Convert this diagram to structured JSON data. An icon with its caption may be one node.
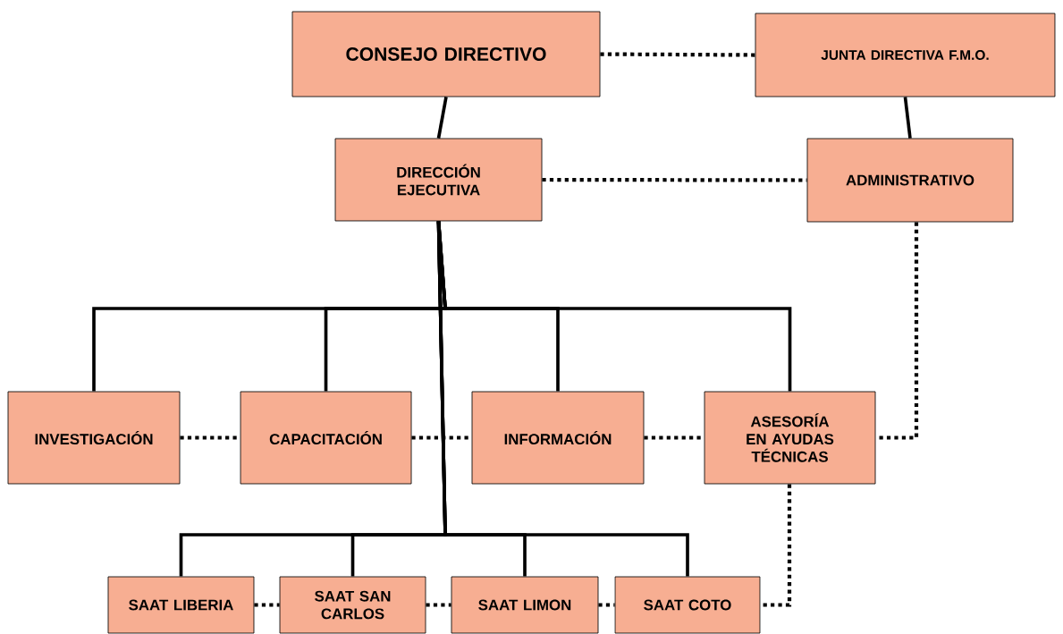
{
  "diagram": {
    "nodes": [
      {
        "text": [
          "CONSEJO DIRECTIVO"
        ]
      },
      {
        "text": [
          "JUNTA DIRECTIVA F.M.O."
        ]
      },
      {
        "text": [
          "DIRECCIÓN EJECUTIVA"
        ]
      },
      {
        "text": [
          "ADMINISTRATIVO"
        ]
      },
      {
        "text": [
          "INVESTIGACIÓN"
        ]
      },
      {
        "text": [
          "CAPACITACIÓN"
        ]
      },
      {
        "text": [
          "INFORMACIÓN"
        ]
      },
      {
        "text": [
          "ASESORÍA EN AYUDAS TÉCNICAS"
        ]
      },
      {
        "text": [
          "SAAT LIBERIA"
        ]
      },
      {
        "text": [
          "SAAT SAN CARLOS"
        ]
      },
      {
        "text": [
          "SAAT LIMON"
        ]
      },
      {
        "text": [
          "SAAT COTO"
        ]
      }
    ],
    "edges": [
      {
        "from": 0,
        "to": 1,
        "arrow": "none",
        "style": "dashed"
      },
      {
        "from": 0,
        "to": 2,
        "arrow": "none"
      },
      {
        "from": 1,
        "to": 3,
        "arrow": "none"
      },
      {
        "from": 2,
        "to": 3,
        "arrow": "none",
        "style": "dashed"
      },
      {
        "from": 2,
        "to": 4,
        "arrow": "none"
      },
      {
        "from": 2,
        "to": 5,
        "arrow": "none"
      },
      {
        "from": 2,
        "to": 6,
        "arrow": "none"
      },
      {
        "from": 2,
        "to": 7,
        "arrow": "none"
      },
      {
        "from": 3,
        "to": 7,
        "arrow": "none",
        "style": "dashed"
      },
      {
        "from": 4,
        "to": 5,
        "arrow": "none",
        "style": "dashed"
      },
      {
        "from": 5,
        "to": 6,
        "arrow": "none",
        "style": "dashed"
      },
      {
        "from": 6,
        "to": 7,
        "arrow": "none",
        "style": "dashed"
      },
      {
        "from": 2,
        "to": 8,
        "arrow": "none"
      },
      {
        "from": 2,
        "to": 9,
        "arrow": "none"
      },
      {
        "from": 2,
        "to": 10,
        "arrow": "none"
      },
      {
        "from": 2,
        "to": 11,
        "arrow": "none"
      },
      {
        "from": 7,
        "to": 11,
        "arrow": "none",
        "style": "dashed"
      },
      {
        "from": 8,
        "to": 9,
        "arrow": "none",
        "style": "dashed"
      },
      {
        "from": 9,
        "to": 10,
        "arrow": "none",
        "style": "dashed"
      },
      {
        "from": 10,
        "to": 11,
        "arrow": "none",
        "style": "dashed"
      }
    ]
  }
}
